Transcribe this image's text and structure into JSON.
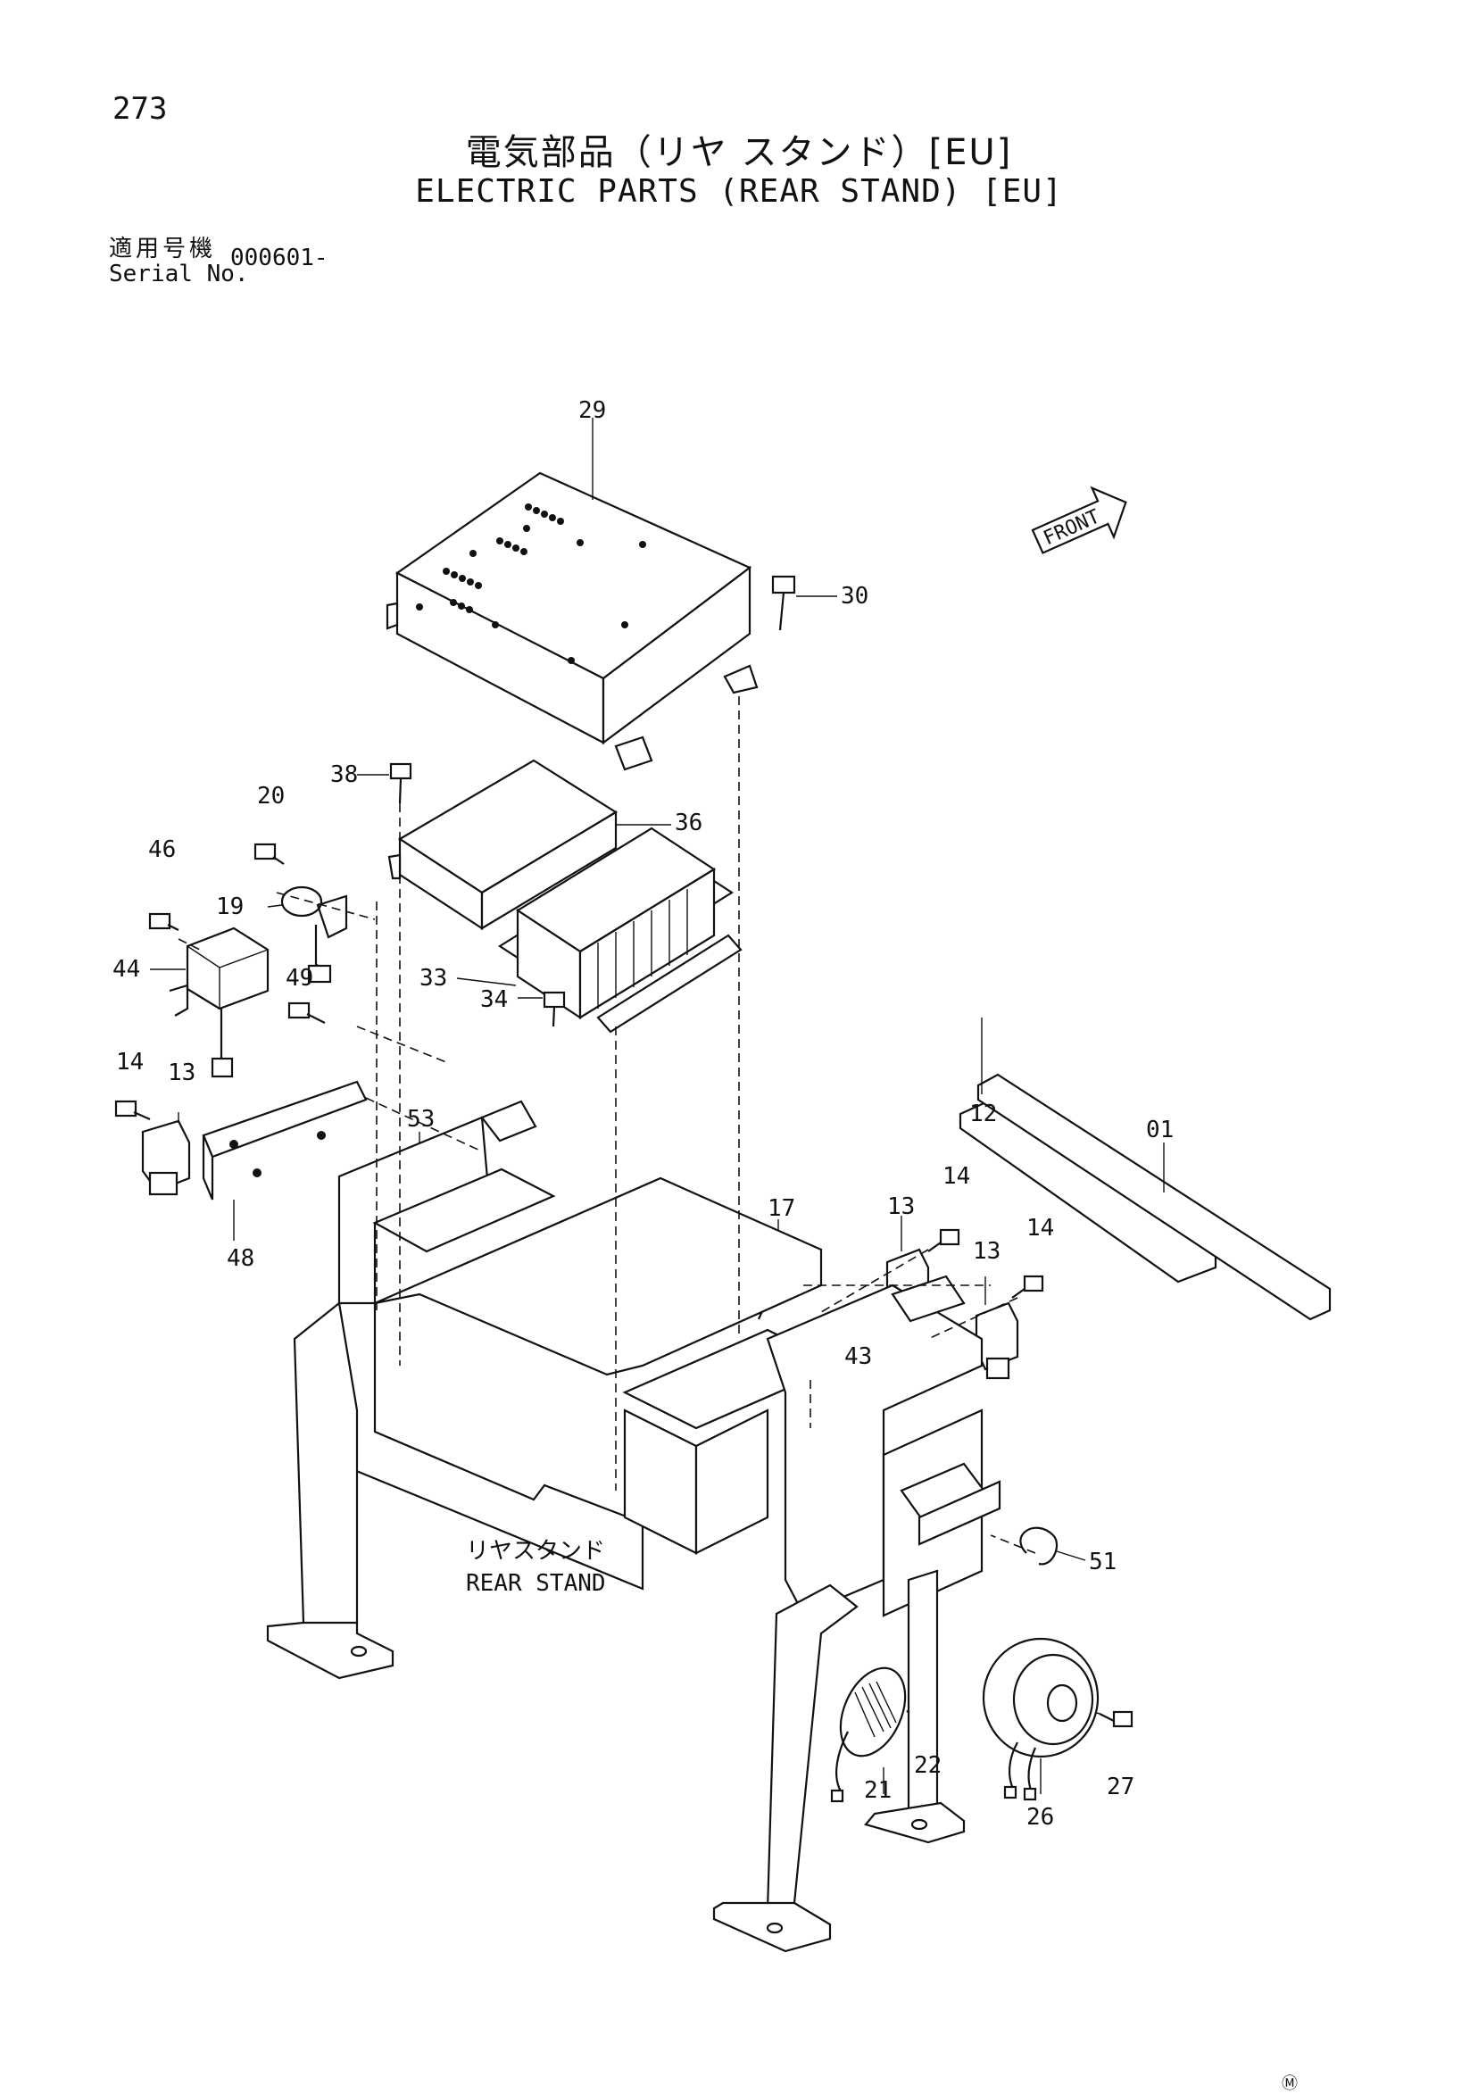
{
  "header": {
    "page_number": "273",
    "title_jp": "電気部品（リヤ スタンド）[EU]",
    "title_en": "ELECTRIC PARTS (REAR STAND) [EU]",
    "serial_label_jp": "適用号機",
    "serial_label_en": "Serial No.",
    "serial_value": "000601-"
  },
  "diagram": {
    "front_label": "FRONT",
    "rear_stand_jp": "リヤスタンド",
    "rear_stand_en": "REAR STAND",
    "callouts": [
      "29",
      "30",
      "38",
      "36",
      "20",
      "46",
      "19",
      "44",
      "49",
      "33",
      "34",
      "14",
      "13",
      "53",
      "48",
      "12",
      "01",
      "17",
      "13",
      "14",
      "13",
      "14",
      "43",
      "51",
      "22",
      "21",
      "26",
      "27"
    ]
  },
  "footer": {
    "mark": "Ⓜ"
  }
}
